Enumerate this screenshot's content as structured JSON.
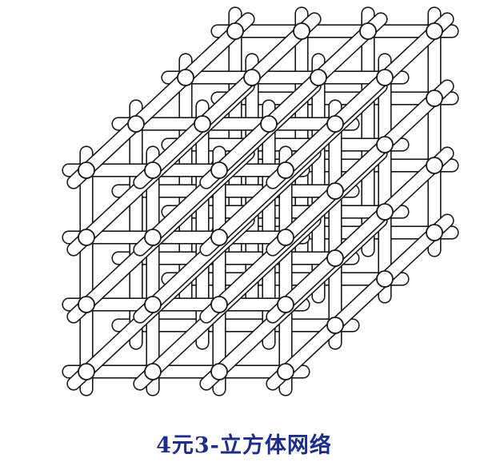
{
  "caption": "4元3-立方体网络",
  "colors": {
    "line": "#1a1a1a",
    "node_fill": "#ffffff",
    "caption": "#1f2d8a",
    "background": "#ffffff"
  },
  "diagram": {
    "structure": "cube-lattice",
    "grid_size": 4,
    "dimensions": 3,
    "node_count": 64
  }
}
